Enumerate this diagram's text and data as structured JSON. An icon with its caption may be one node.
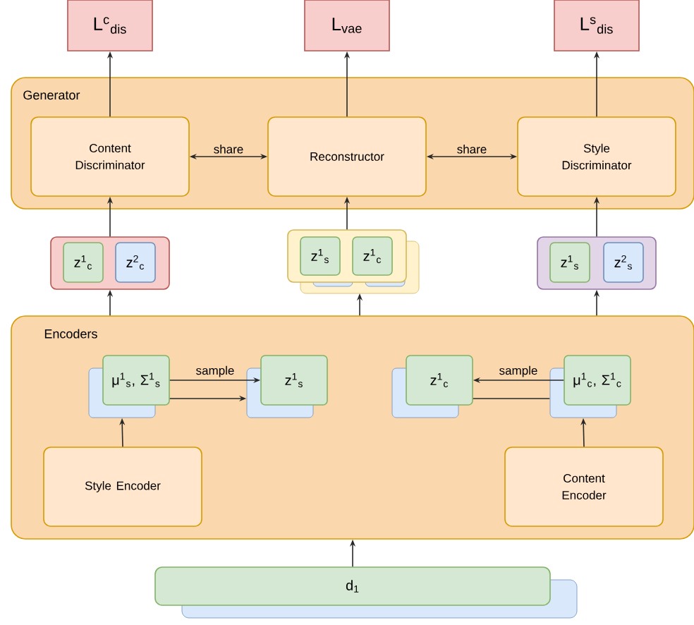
{
  "diagram": {
    "nodes": [
      {
        "text": [
          "L$^{c}$$_{dis}$"
        ]
      },
      {
        "text": [
          "L$_{vae}$"
        ]
      },
      {
        "text": [
          "L$^{s}$$_{dis}$"
        ]
      },
      {
        "text": [
          "Generator"
        ]
      },
      {
        "text": [
          "Content Discriminator"
        ],
        "in": 3
      },
      {
        "text": [
          "Reconstructor"
        ],
        "in": 3
      },
      {
        "text": [
          "Style Discriminator"
        ],
        "in": 3
      },
      {
        "text": [],
        "shape": "box"
      },
      {
        "text": [
          "z$^{1}$$_{c}$"
        ],
        "in": 7
      },
      {
        "text": [
          "z$^{2}$$_{c}$"
        ],
        "in": 7
      },
      {
        "text": [],
        "shape": "box"
      },
      {
        "text": [
          "z$^{1}$$_{s}$"
        ],
        "in": 10
      },
      {
        "text": [
          "z$^{1}$$_{c}$"
        ],
        "in": 10
      },
      {
        "text": [],
        "shape": "box"
      },
      {
        "text": [
          "z$^{1}$$_{s}$"
        ],
        "in": 13
      },
      {
        "text": [
          "z$^{2}$$_{s}$"
        ],
        "in": 13
      },
      {
        "text": [
          "Encoders"
        ]
      },
      {
        "text": [
          "μ$^{1}$$_{s}$, Σ$^{1}$$_{s}$"
        ],
        "in": 16
      },
      {
        "text": [
          "z$^{1}$$_{s}$"
        ],
        "in": 16
      },
      {
        "text": [
          "z$^{1}$$_{c}$"
        ],
        "in": 16
      },
      {
        "text": [
          "μ$^{1}$$_{c}$, Σ$^{1}$$_{c}$"
        ],
        "in": 16
      },
      {
        "text": [
          "Style Encoder"
        ],
        "in": 16
      },
      {
        "text": [
          "Content Encoder"
        ],
        "in": 16
      },
      {
        "text": [
          "d$_{1}$"
        ]
      }
    ],
    "edges": [
      {
        "from": 4,
        "to": 0,
        "arrow": "to"
      },
      {
        "from": 5,
        "to": 1,
        "arrow": "to"
      },
      {
        "from": 6,
        "to": 2,
        "arrow": "to"
      },
      {
        "from": 4,
        "to": 5,
        "arrow": "both",
        "label": "share"
      },
      {
        "from": 5,
        "to": 6,
        "arrow": "both",
        "label": "share"
      },
      {
        "from": 7,
        "to": 4,
        "arrow": "to"
      },
      {
        "from": 10,
        "to": 5,
        "arrow": "to"
      },
      {
        "from": 13,
        "to": 6,
        "arrow": "to"
      },
      {
        "from": 16,
        "to": 7,
        "arrow": "to"
      },
      {
        "from": 16,
        "to": 10,
        "arrow": "to"
      },
      {
        "from": 16,
        "to": 13,
        "arrow": "to"
      },
      {
        "from": 17,
        "to": 18,
        "arrow": "to",
        "label": "sample"
      },
      {
        "from": 17,
        "to": 18,
        "arrow": "to"
      },
      {
        "from": 20,
        "to": 19,
        "arrow": "to",
        "label": "sample"
      },
      {
        "from": 20,
        "to": 19,
        "arrow": "none"
      },
      {
        "from": 21,
        "to": 17,
        "arrow": "to"
      },
      {
        "from": 22,
        "to": 20,
        "arrow": "to"
      },
      {
        "from": 23,
        "to": 16,
        "arrow": "to"
      }
    ]
  }
}
